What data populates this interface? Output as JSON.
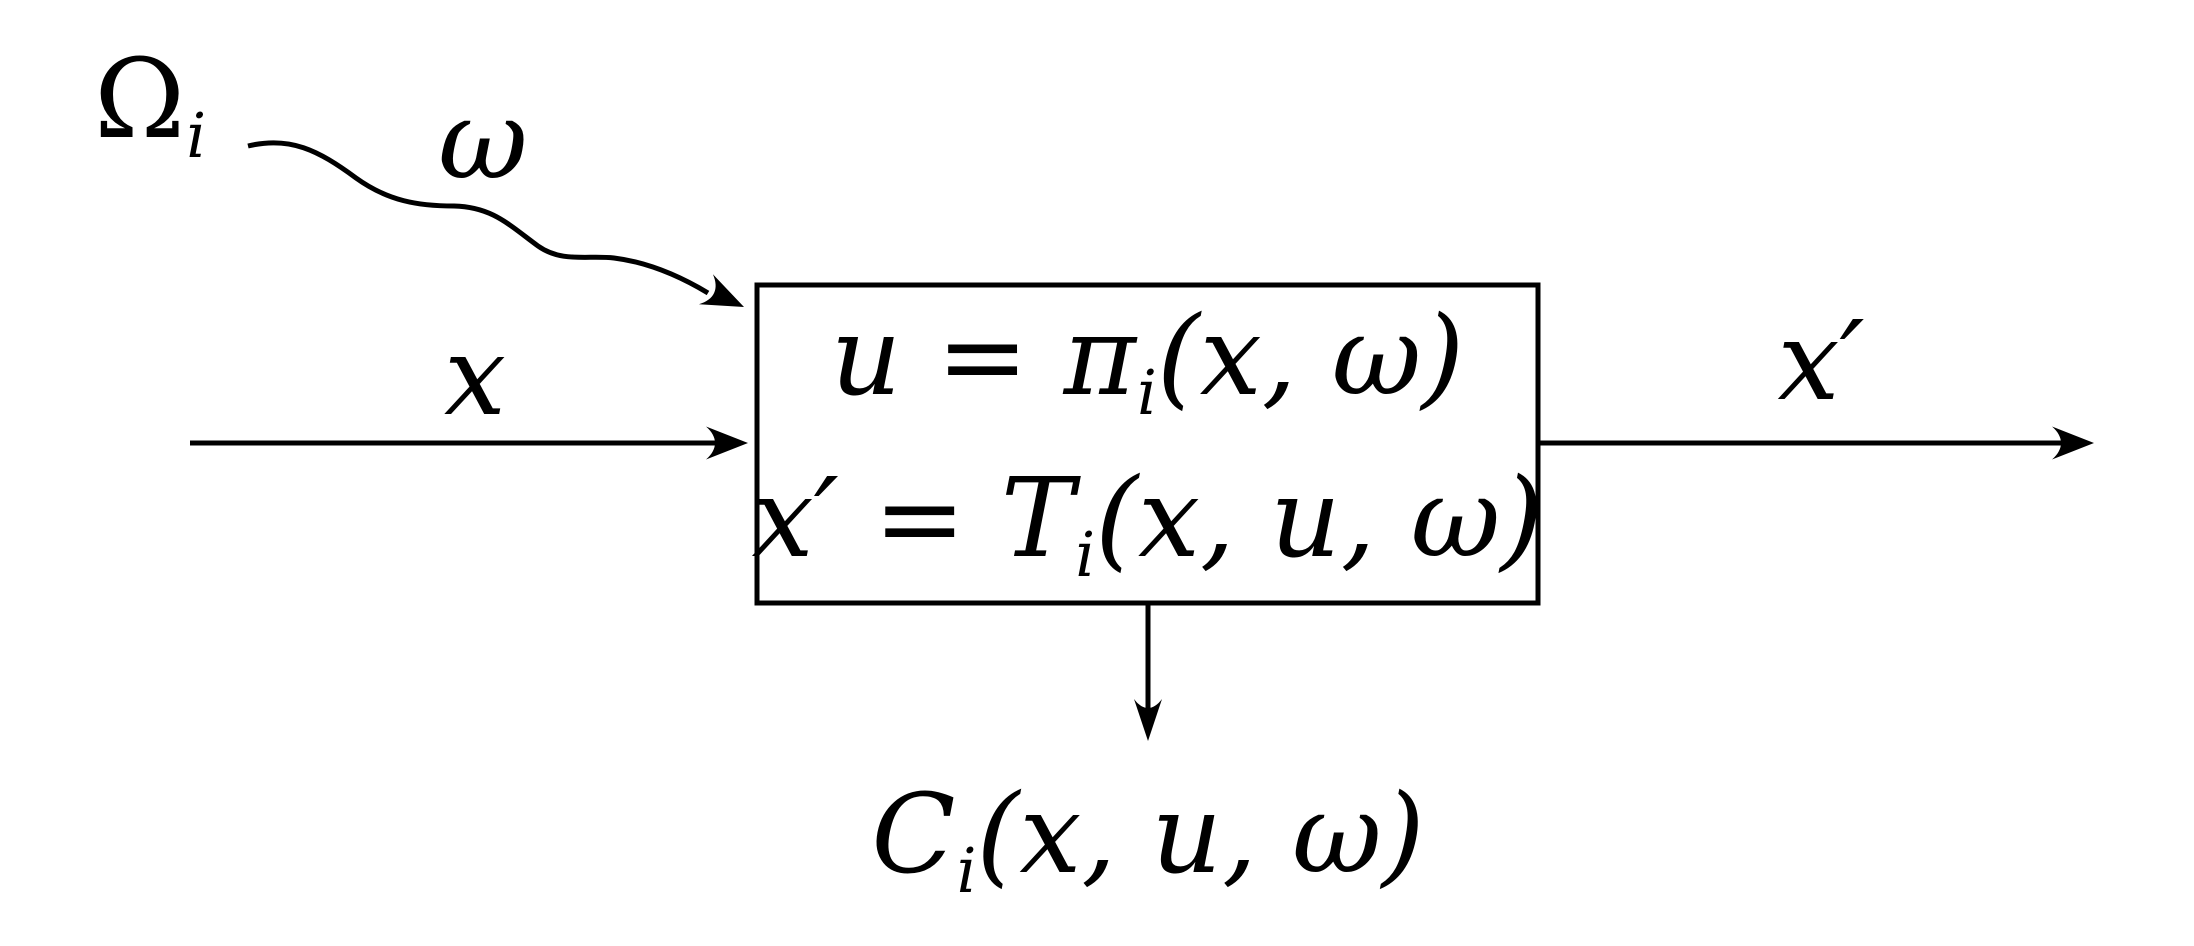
{
  "diagram": {
    "colors": {
      "ink": "#000000",
      "background": "#ffffff"
    },
    "omega_set": {
      "base": "Ω",
      "sub": "i"
    },
    "noise_label": "ω",
    "input_label": "x",
    "output_label": "x′",
    "node": {
      "line1": {
        "pre": "u = π",
        "sub": "i",
        "post": "(x, ω)"
      },
      "line2": {
        "pre": "x′ = T",
        "sub": "i",
        "post": "(x, u, ω)"
      }
    },
    "cost": {
      "pre": "C",
      "sub": "i",
      "post": "(x, u, ω)"
    }
  }
}
